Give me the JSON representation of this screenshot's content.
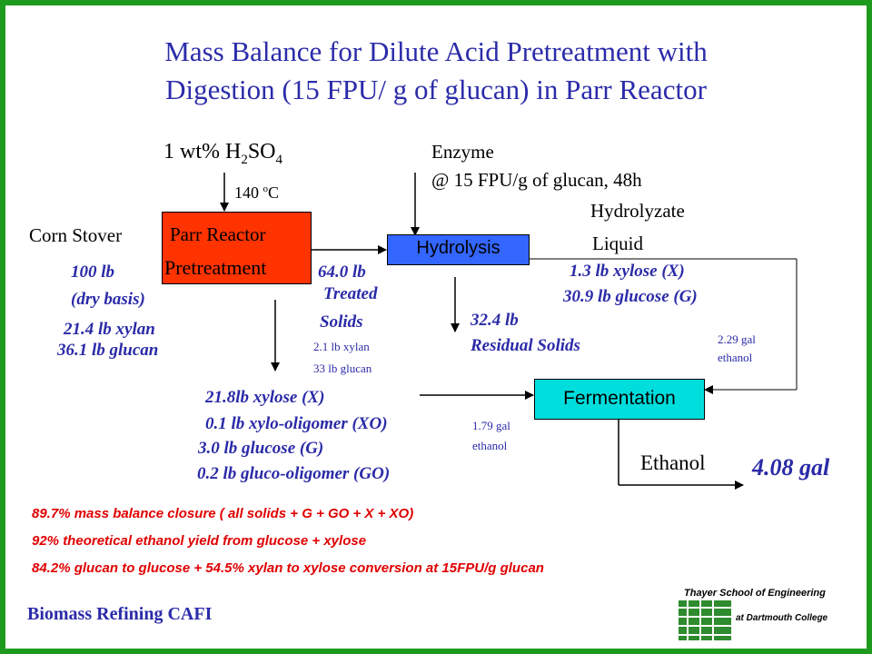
{
  "title": {
    "line1": "Mass Balance for Dilute Acid Pretreatment with",
    "line2": "Digestion (15 FPU/ g of glucan) in Parr Reactor"
  },
  "acid": {
    "prefix": "1 wt%  H",
    "sub1": "2",
    "mid": "SO",
    "sub2": "4"
  },
  "temperature": {
    "value": "140 ",
    "sup": "o",
    "unit": "C"
  },
  "enzyme": {
    "line1": "Enzyme",
    "line2": "@ 15 FPU/g of glucan, 48h"
  },
  "feed": {
    "label": "Corn Stover",
    "mass": "100 lb",
    "basis": "(dry basis)",
    "xylan": "21.4 lb xylan",
    "glucan": "36.1 lb glucan"
  },
  "pretreatment_box": {
    "line1": "Parr Reactor",
    "line2": "Pretreatment",
    "color": "#ff3300"
  },
  "treated_solids": {
    "mass": "64.0 lb",
    "line1": "Treated",
    "line2": "Solids",
    "xylan": "2.1 lb xylan",
    "glucan": "33 lb glucan"
  },
  "hydrolysis_box": {
    "label": "Hydrolysis",
    "color": "#3366ff"
  },
  "hydrolyzate": {
    "line1": "Hydrolyzate",
    "line2": "Liquid",
    "xylose": "1.3 lb xylose (X)",
    "glucose": "30.9 lb glucose (G)"
  },
  "residual": {
    "mass": "32.4 lb",
    "label": "Residual Solids"
  },
  "hydrolyzate_ethanol": {
    "line1": "2.29 gal",
    "line2": "ethanol"
  },
  "prehydrolyzate": {
    "xylose": "21.8lb xylose (X)",
    "xylo_oligomer": "0.1 lb xylo-oligomer (XO)",
    "glucose": "3.0 lb glucose (G)",
    "gluco_oligomer": "0.2 lb gluco-oligomer (GO)"
  },
  "prehydrolyzate_ethanol": {
    "line1": "1.79 gal",
    "line2": "ethanol"
  },
  "fermentation_box": {
    "label": "Fermentation",
    "color": "#00dddd"
  },
  "ethanol": {
    "label": "Ethanol",
    "total": "4.08 gal"
  },
  "notes": {
    "closure": "89.7% mass balance closure ( all solids + G + GO + X + XO)",
    "yield": "92% theoretical ethanol yield from glucose + xylose",
    "conversion": "84.2% glucan to glucose + 54.5% xylan to xylose conversion at 15FPU/g glucan"
  },
  "footer": {
    "left": "Biomass Refining CAFI",
    "logo_line1": "Thayer School of Engineering",
    "logo_line2": "at Dartmouth College"
  },
  "colors": {
    "border": "#1e9b1e",
    "title": "#2b2baa",
    "annotation": "#2a2aa8",
    "notes": "#e00000"
  }
}
